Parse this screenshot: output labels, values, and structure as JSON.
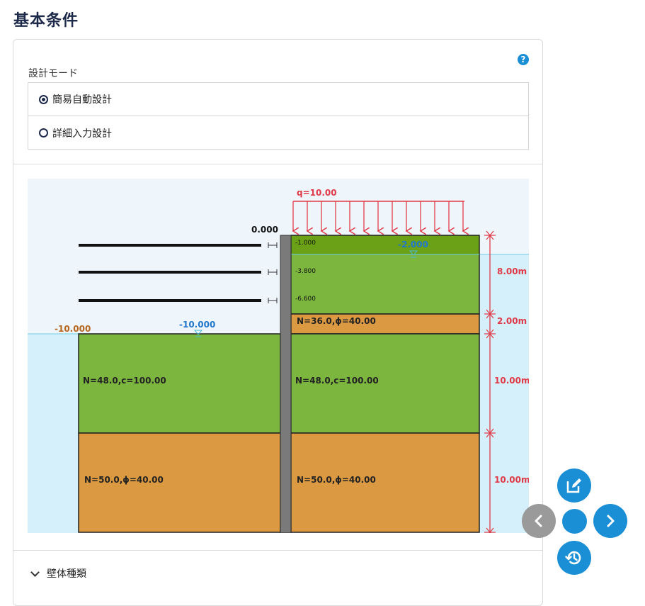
{
  "page": {
    "title": "基本条件"
  },
  "design_mode": {
    "label": "設計モード",
    "options": [
      {
        "label": "簡易自動設計",
        "selected": true
      },
      {
        "label": "詳細入力設計",
        "selected": false
      }
    ]
  },
  "help": {
    "icon": "question-icon",
    "glyph": "?"
  },
  "diagram": {
    "load_label": "q=10.00",
    "ground_level_label": "0.000",
    "back_water_label": "-2.000",
    "front_water_label": "-10.000",
    "front_excavation_label": "-10.000",
    "strut_levels": [
      "-1.000",
      "-3.800",
      "-6.600"
    ],
    "layers": {
      "back_sand": "N=36.0,ϕ=40.00",
      "back_clay": "N=48.0,c=100.00",
      "back_sand_deep": "N=50.0,ϕ=40.00",
      "front_clay": "N=48.0,c=100.00",
      "front_sand": "N=50.0,ϕ=40.00"
    },
    "dimensions": [
      "8.00m",
      "2.00m",
      "10.00m",
      "10.00m"
    ],
    "colors": {
      "clay": "#7cb63f",
      "clay_top": "#6aa117",
      "sand": "#db9a42",
      "water": "#d5f0fa",
      "sky": "#eef6fc",
      "dimension": "#e03a48",
      "water_label": "#2277cc",
      "excavation_label": "#b5651d"
    }
  },
  "sections": {
    "wall_type": "壁体種類"
  },
  "fabs": [
    "edit-icon",
    "chevron-left-icon",
    "dot-indicator",
    "chevron-right-icon",
    "history-icon"
  ]
}
